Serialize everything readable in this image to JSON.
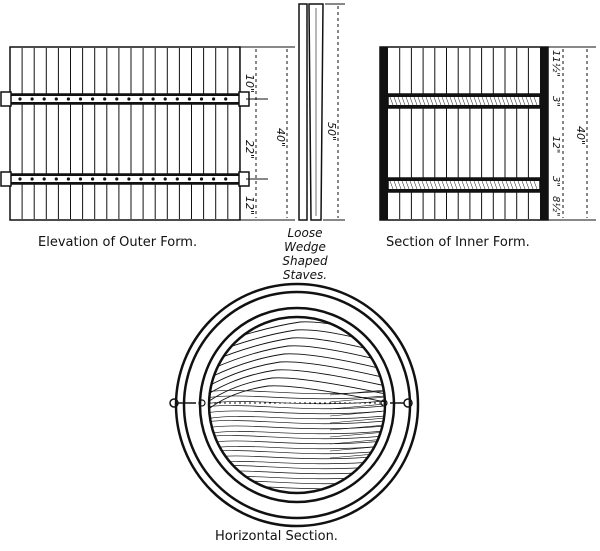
{
  "captions": {
    "outer_form": "Elevation of Outer Form.",
    "staves": [
      "Loose Wedge",
      "Shaped",
      "Staves."
    ],
    "inner_form": "Section of Inner Form.",
    "horizontal": "Horizontal Section."
  },
  "dimensions": {
    "outer": {
      "top": "10\"",
      "middle": "22\"",
      "bottom": "12\"",
      "overall": "40\""
    },
    "stave": {
      "overall": "50\""
    },
    "inner": {
      "top": "11½\"",
      "upper": "3\"",
      "middle": "12\"",
      "lower": "3\"",
      "bottom": "8½\"",
      "overall": "40\""
    }
  },
  "colors": {
    "ink": "#111111",
    "paper": "#ffffff"
  }
}
